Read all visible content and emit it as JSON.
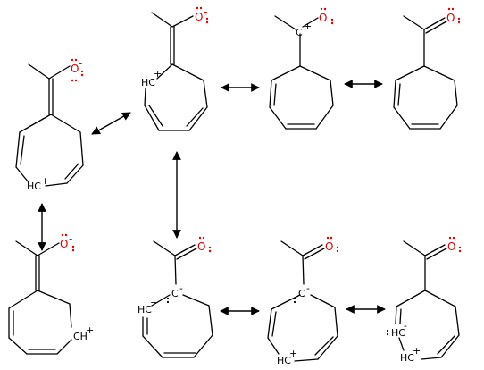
{
  "labels": {
    "oxygen": "O",
    "carbon": "C",
    "hc": "HC",
    "ch": "CH",
    "charge_plus": "+",
    "charge_minus": "-"
  },
  "colors": {
    "bond": "#000000",
    "oxygen": "#e00000",
    "background": "#ffffff"
  }
}
